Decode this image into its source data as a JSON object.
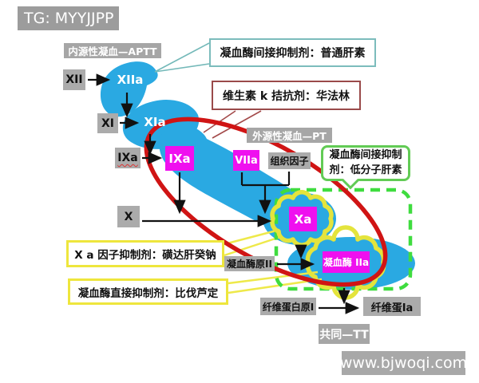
{
  "header": {
    "tag_label": "TG: MYYJJPP"
  },
  "watermark": {
    "text": "www.bjwoqi.com"
  },
  "pathways": {
    "intrinsic": "内源性凝血—APTT",
    "extrinsic": "外源性凝血—PT",
    "common": "共同—TT"
  },
  "factors": {
    "xii": "XII",
    "xiia": "XIIa",
    "xi": "XI",
    "xia": "XIa",
    "ixa_precursor": "IXa",
    "ixa_active": "IXa",
    "viia": "VIIa",
    "tissue_factor": "组织因子",
    "x": "X",
    "xa": "Xa",
    "prothrombin_ii": "凝血酶原II",
    "thrombin_iia": "凝血酶 IIa",
    "fibrinogen_i": "纤维蛋白原I",
    "fibrin_ia": "纤维蛋Ia"
  },
  "annotations": {
    "indirect_inhibitor_heparin": "凝血酶间接抑制剂：普通肝素",
    "vitamin_k_antagonist": "维生素 k 拮抗剂：华法林",
    "indirect_inhibitor_lmwh_line1": "凝血酶间接抑制",
    "indirect_inhibitor_lmwh_line2": "剂：低分子肝素",
    "xa_inhibitor": "X a 因子抑制剂：磺达肝癸钠",
    "direct_thrombin_inhibitor": "凝血酶直接抑制剂：比伐芦定"
  },
  "colors": {
    "blob_blue": "#2aa9e2",
    "factor_magenta": "#ef10ef",
    "label_gray": "#ababab",
    "emphasis_red": "#d01414",
    "dashed_green": "#3fdc3f",
    "cloud_yellow": "#e4e43c",
    "note_yellow_border": "#eee63d",
    "heparin_teal_border": "#7cbcbc",
    "warfarin_red_border": "#9a4a4a",
    "lmwh_green_border": "#62cb55"
  }
}
